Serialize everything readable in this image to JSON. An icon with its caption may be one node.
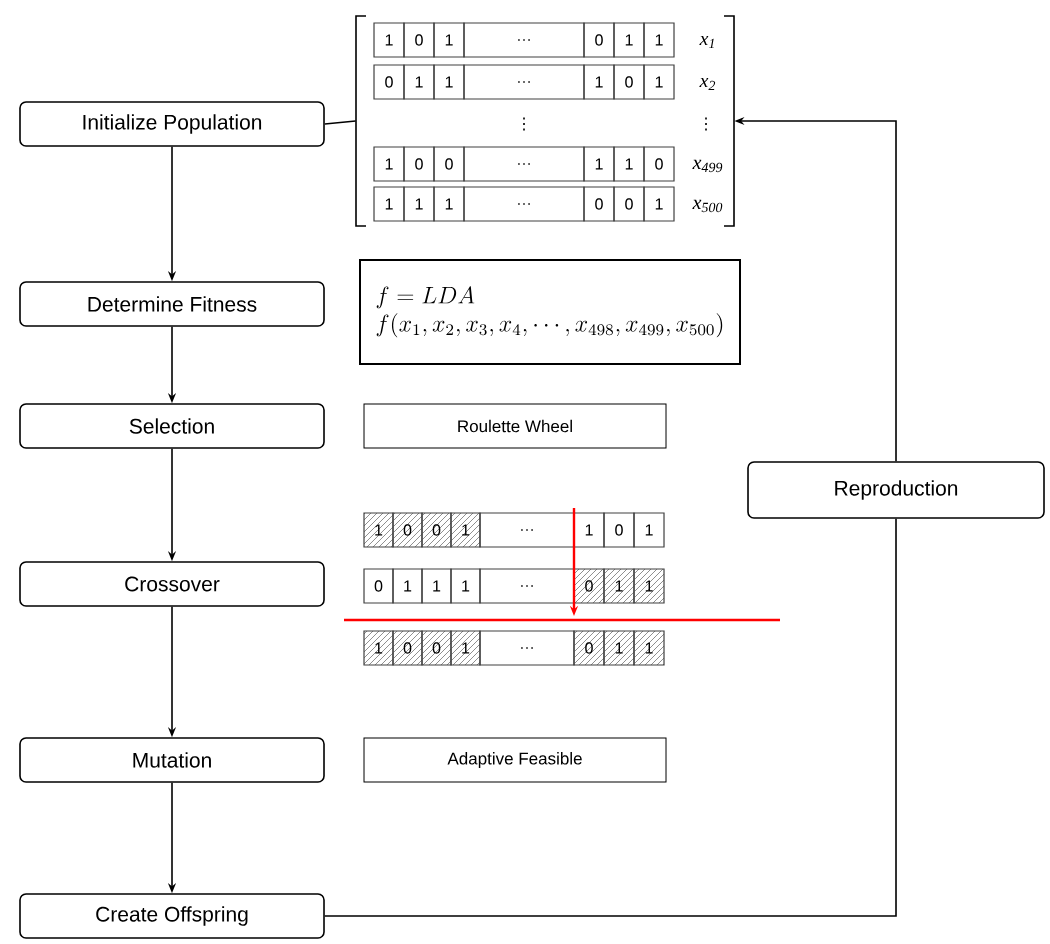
{
  "diagram": {
    "nodes": [
      {
        "text": [
          "Initialize Population"
        ]
      },
      {
        "text": [
          "Determine Fitness"
        ]
      },
      {
        "text": [
          "Selection"
        ]
      },
      {
        "text": [
          "Crossover"
        ]
      },
      {
        "text": [
          "Mutation"
        ]
      },
      {
        "text": [
          "Create Offspring"
        ]
      },
      {
        "text": [
          "Reproduction"
        ]
      },
      {
        "text": [],
        "shape": "box"
      },
      {
        "text": [
          "f = LDA",
          "f(x_1,x_2,x_3,x_4,\\cdots,x_{498},x_{499},x_{500})"
        ]
      },
      {
        "text": [
          "Roulette Wheel"
        ]
      },
      {
        "text": [
          "Adaptive Feasible"
        ]
      }
    ],
    "edges": [
      {
        "from": 0,
        "to": 1,
        "arrow": "to"
      },
      {
        "from": 1,
        "to": 2,
        "arrow": "to"
      },
      {
        "from": 2,
        "to": 3,
        "arrow": "to"
      },
      {
        "from": 3,
        "to": 4,
        "arrow": "to"
      },
      {
        "from": 4,
        "to": 5,
        "arrow": "to"
      },
      {
        "from": 0,
        "to": 7,
        "arrow": "none"
      },
      {
        "from": 5,
        "to": 6,
        "arrow": "none"
      },
      {
        "from": 6,
        "to": 7,
        "arrow": "to"
      }
    ],
    "labels": [
      "1",
      "0",
      "1",
      "…",
      "0",
      "1",
      "1",
      "x$_{1}$",
      "0",
      "1",
      "1",
      "…",
      "1",
      "0",
      "1",
      "x$_{2}$",
      "⋮",
      "⋮",
      "1",
      "0",
      "0",
      "…",
      "1",
      "1",
      "0",
      "x$_{499}$",
      "1",
      "1",
      "1",
      "…",
      "0",
      "0",
      "1",
      "x$_{500}$",
      "1",
      "0",
      "0",
      "1",
      "…",
      "1",
      "0",
      "1",
      "0",
      "1",
      "1",
      "1",
      "…",
      "0",
      "1",
      "1",
      "1",
      "0",
      "0",
      "1",
      "…",
      "0",
      "1",
      "1"
    ]
  }
}
